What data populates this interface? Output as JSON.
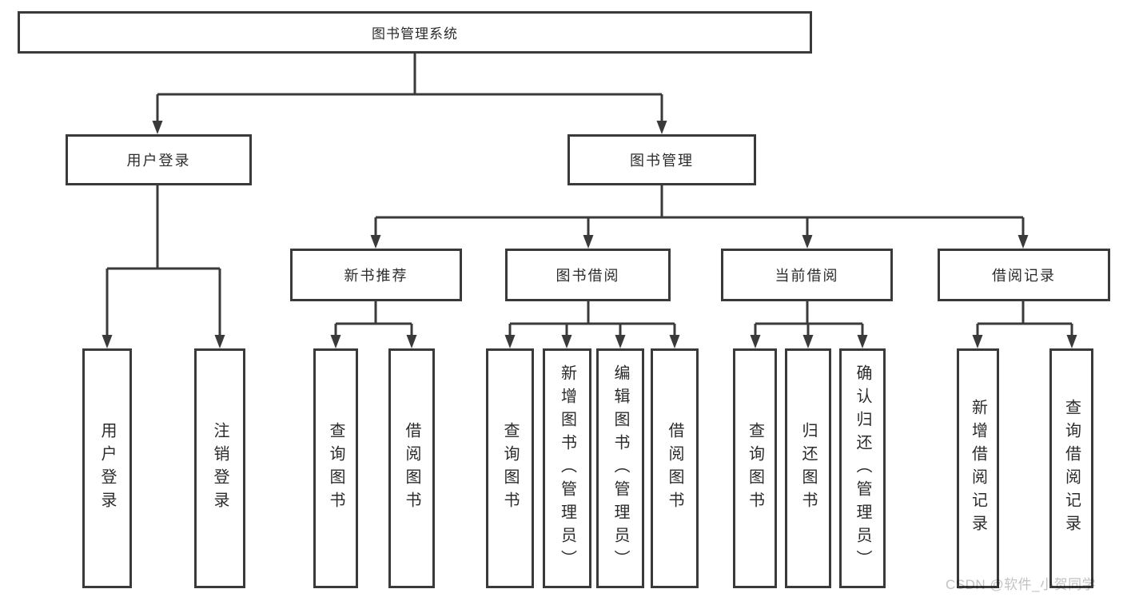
{
  "diagram": {
    "type": "hierarchy-tree",
    "colors": {
      "line": "#3a3a3a",
      "box_border": "#3a3a3a",
      "text": "#2b2b2b",
      "background": "#ffffff",
      "watermark": "#c2c2c2"
    }
  },
  "watermark": {
    "text": "CSDN @软件_小贺同学"
  },
  "tree": {
    "label": "图书管理系统",
    "children": [
      {
        "label": "用户登录",
        "children": [
          {
            "label": "用户登录"
          },
          {
            "label": "注销登录"
          }
        ]
      },
      {
        "label": "图书管理",
        "children": [
          {
            "label": "新书推荐",
            "children": [
              {
                "label": "查询图书"
              },
              {
                "label": "借阅图书"
              }
            ]
          },
          {
            "label": "图书借阅",
            "children": [
              {
                "label": "查询图书"
              },
              {
                "label": "新增图书（管理员）"
              },
              {
                "label": "编辑图书（管理员）"
              },
              {
                "label": "借阅图书"
              }
            ]
          },
          {
            "label": "当前借阅",
            "children": [
              {
                "label": "查询图书"
              },
              {
                "label": "归还图书"
              },
              {
                "label": "确认归还（管理员）"
              }
            ]
          },
          {
            "label": "借阅记录",
            "children": [
              {
                "label": "新增借阅记录"
              },
              {
                "label": "查询借阅记录"
              }
            ]
          }
        ]
      }
    ]
  }
}
